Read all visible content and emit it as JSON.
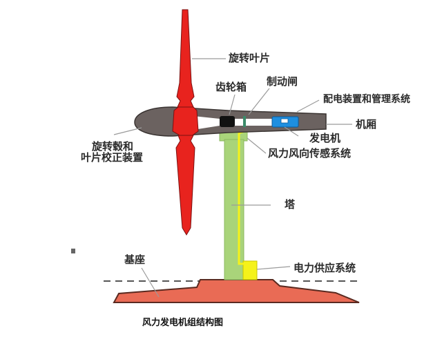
{
  "title": "风力发电机组结构图",
  "labels": {
    "rotating_blade": "旋转叶片",
    "gearbox": "齿轮箱",
    "brake": "制动闸",
    "power_distribution": "配电装置和管理系统",
    "nacelle": "机厢",
    "generator": "发电机",
    "wind_sensor": "风力风向传感系统",
    "hub_line1": "旋转毂和",
    "hub_line2": "叶片校正装置",
    "tower": "塔",
    "power_supply": "电力供应系统",
    "base": "基座"
  },
  "colors": {
    "blade": "#e8231e",
    "nacelle": "#6b6260",
    "tower": "#a9d47a",
    "cable": "#f5f21a",
    "generator": "#1e8fe0",
    "gearbox": "#111111",
    "base": "#e96b55",
    "leader": "#9a9a9a"
  }
}
